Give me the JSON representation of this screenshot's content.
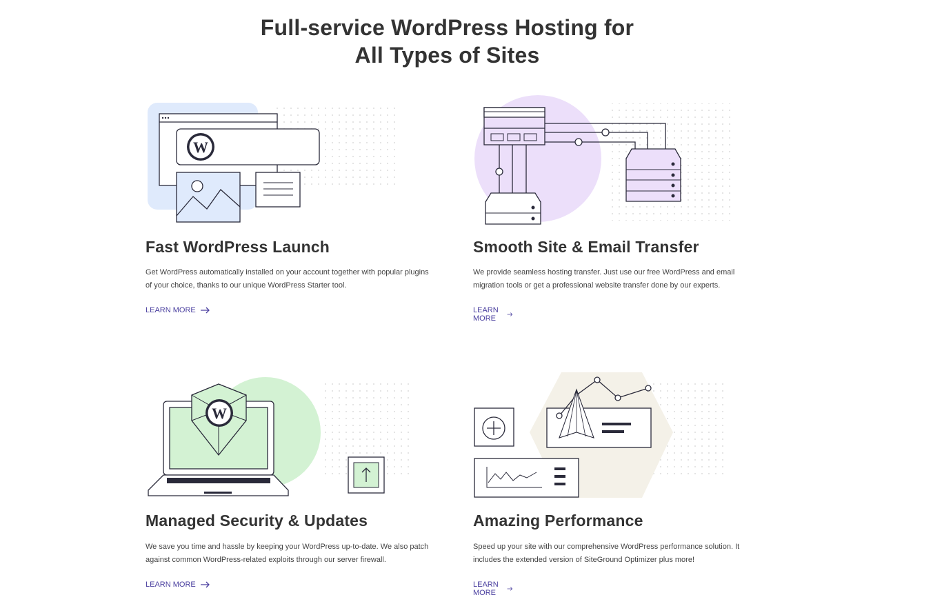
{
  "title": {
    "line1": "Full-service WordPress Hosting for",
    "line2": "All Types of Sites"
  },
  "features": [
    {
      "heading": "Fast WordPress Launch",
      "text": "Get WordPress automatically installed on your account together with popular plugins of your choice, thanks to our unique WordPress Starter tool.",
      "link": "LEARN MORE",
      "accent": "#dfeafc"
    },
    {
      "heading": "Smooth Site & Email Transfer",
      "text": "We provide seamless hosting transfer. Just use our free WordPress and email migration tools or get a professional website transfer done by our experts.",
      "link": "LEARN MORE",
      "accent": "#ecdffa"
    },
    {
      "heading": "Managed Security & Updates",
      "text": "We save you time and hassle by keeping your WordPress up-to-date. We also patch against common WordPress-related exploits through our server firewall.",
      "link": "LEARN MORE",
      "accent": "#d3f2d3"
    },
    {
      "heading": "Amazing Performance",
      "text": "Speed up your site with our comprehensive WordPress performance solution. It includes the extended version of SiteGround Optimizer plus more!",
      "link": "LEARN MORE",
      "accent": "#f4f1e8"
    }
  ],
  "colors": {
    "link": "#4a3f9f",
    "heading": "#333333",
    "line": "#2a2a3a"
  }
}
